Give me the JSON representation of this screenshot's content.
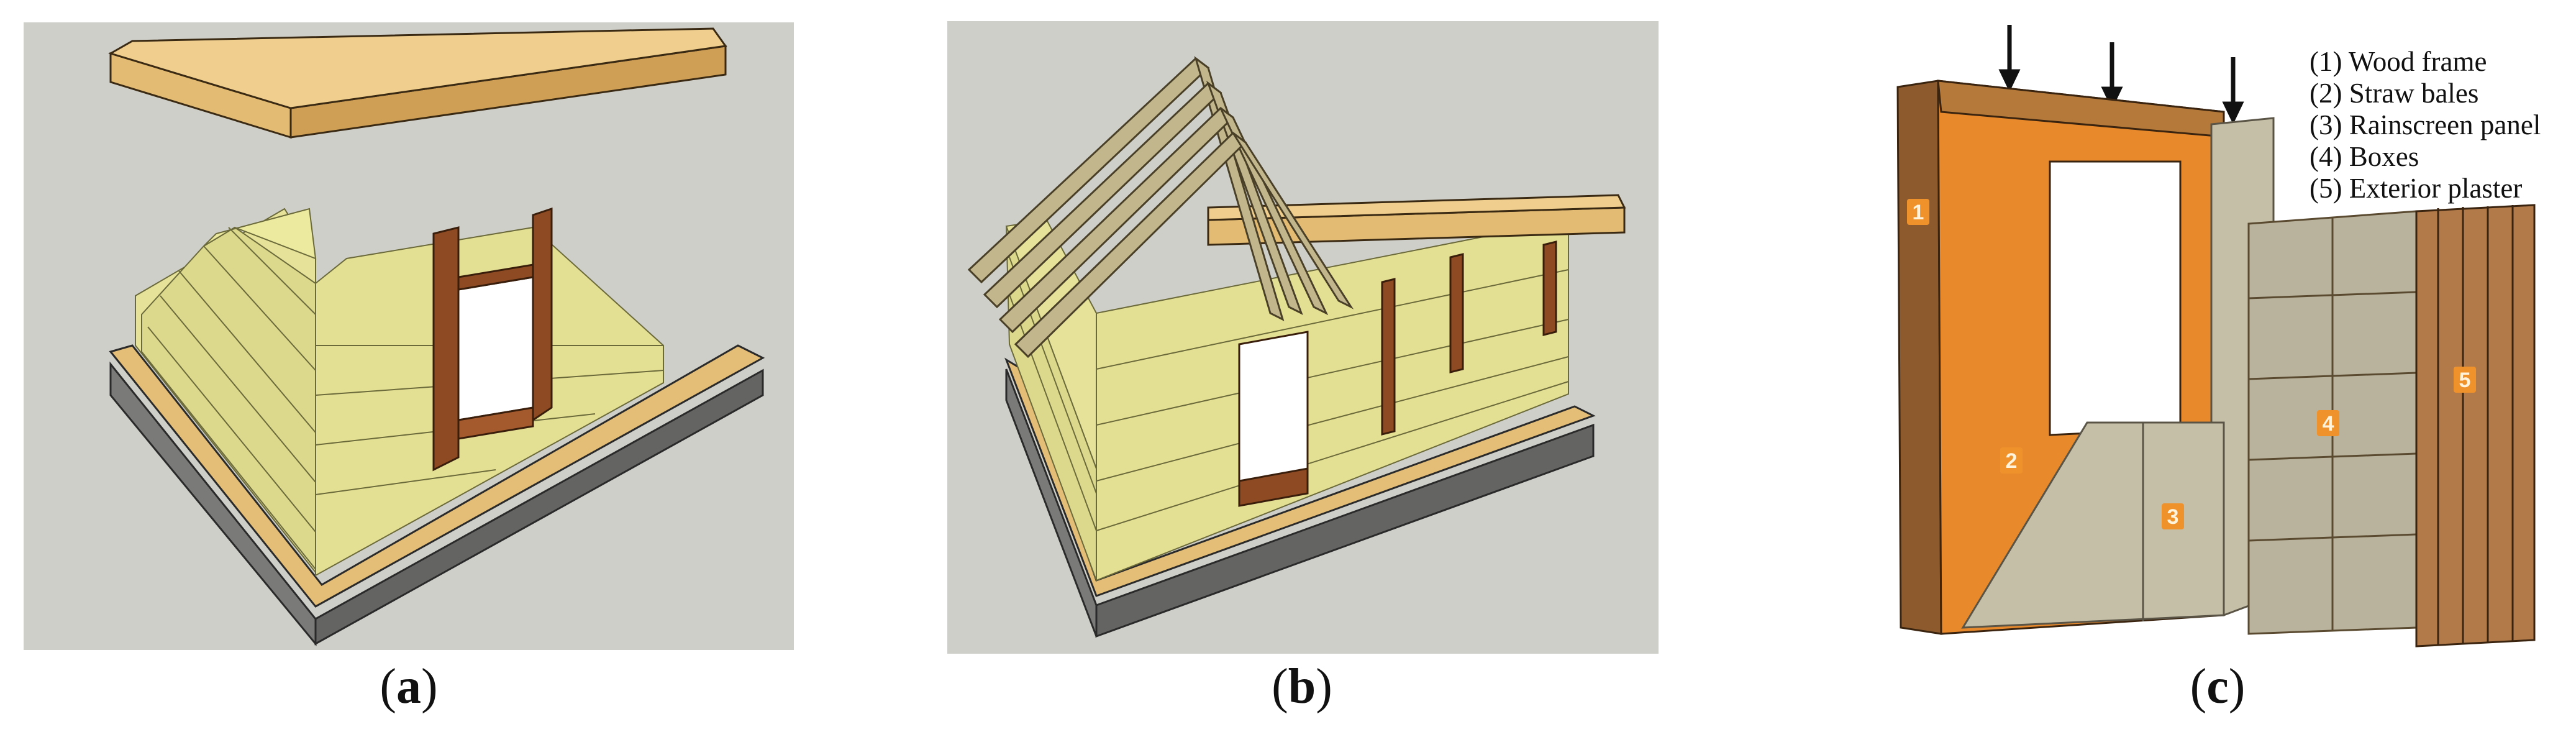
{
  "panels": [
    {
      "id": "a",
      "caption_open": "(",
      "caption_letter": "a",
      "caption_close": ")"
    },
    {
      "id": "b",
      "caption_open": "(",
      "caption_letter": "b",
      "caption_close": ")"
    },
    {
      "id": "c",
      "caption_open": "(",
      "caption_letter": "c",
      "caption_close": ")"
    }
  ],
  "legend": {
    "items": [
      "(1) Wood frame",
      "(2) Straw bales",
      "(3) Rainscreen panel",
      "(4) Boxes",
      "(5) Exterior plaster"
    ]
  },
  "badges": [
    "1",
    "2",
    "3",
    "4",
    "5"
  ],
  "colors": {
    "background_gray": "#cfcfca",
    "straw": "#e6e29a",
    "wood": "#d9b06a",
    "dark_wood": "#8e4a22",
    "foundation": "#6d6d6d",
    "badge_orange": "#f0922c"
  }
}
